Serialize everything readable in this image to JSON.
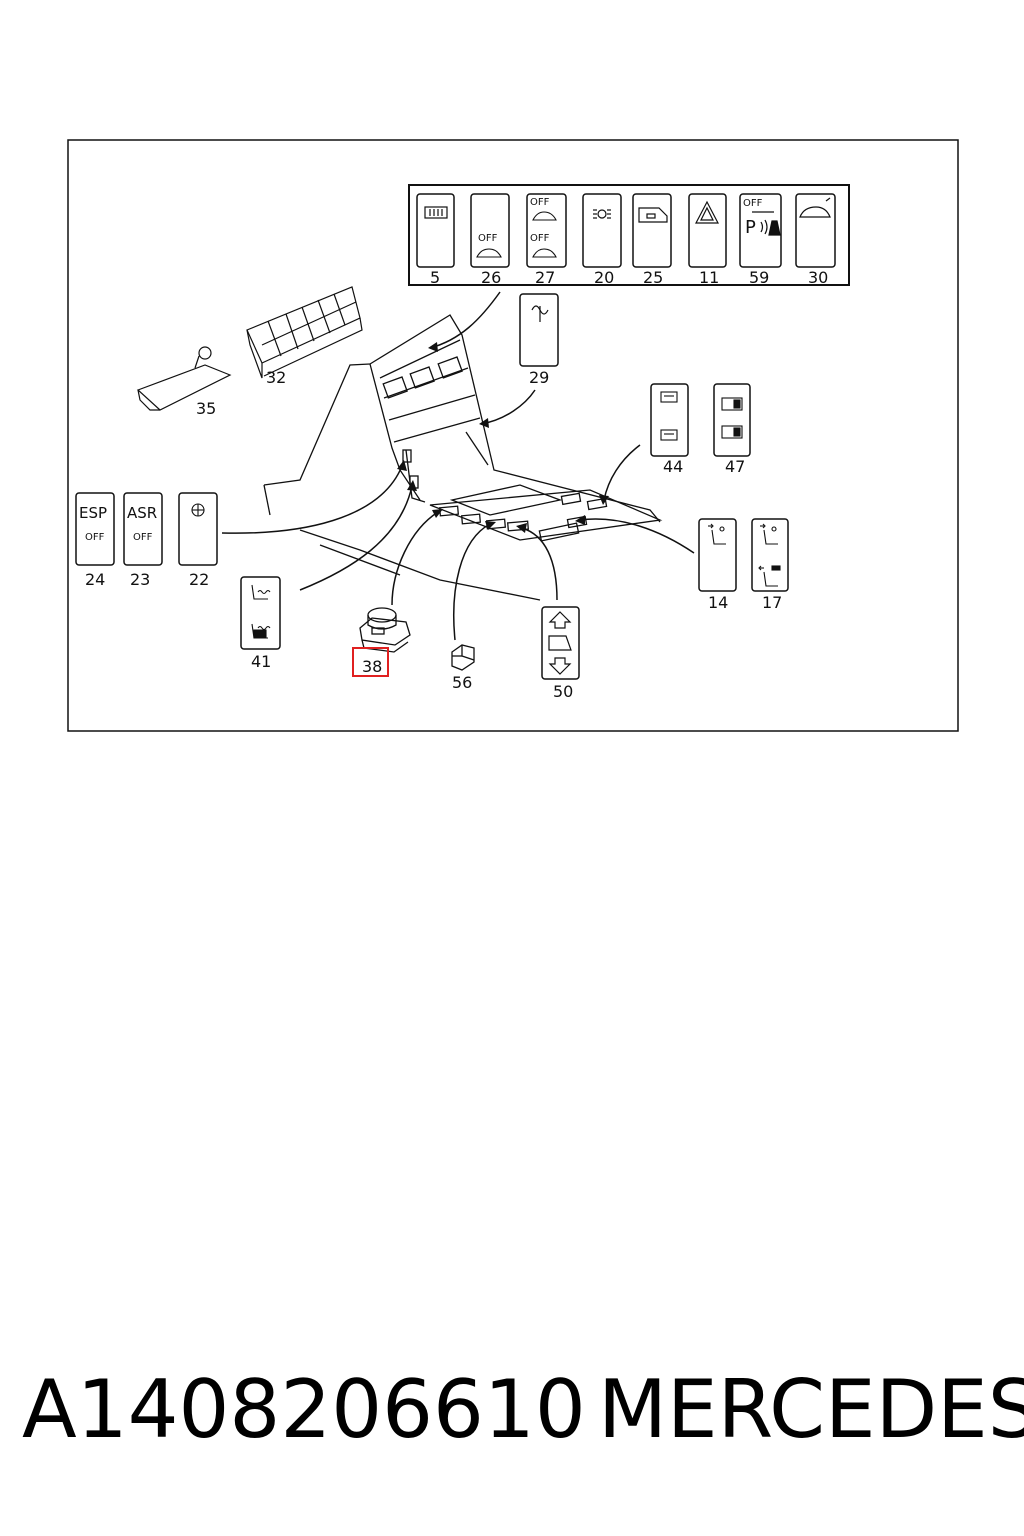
{
  "callouts": {
    "c5": "5",
    "c26": "26",
    "c27": "27",
    "c20": "20",
    "c25": "25",
    "c11": "11",
    "c59": "59",
    "c30": "30",
    "c32": "32",
    "c35": "35",
    "c29": "29",
    "c44": "44",
    "c47": "47",
    "c24": "24",
    "c23": "23",
    "c22": "22",
    "c41": "41",
    "c38": "38",
    "c56": "56",
    "c50": "50",
    "c14": "14",
    "c17": "17"
  },
  "switch_text": {
    "off": "OFF",
    "esp": "ESP",
    "asr": "ASR",
    "p": "P"
  },
  "highlighted_callout": "38",
  "highlight_color": "#e02020",
  "caption": {
    "part_number": "A1408206610",
    "brand": "MERCEDES"
  }
}
